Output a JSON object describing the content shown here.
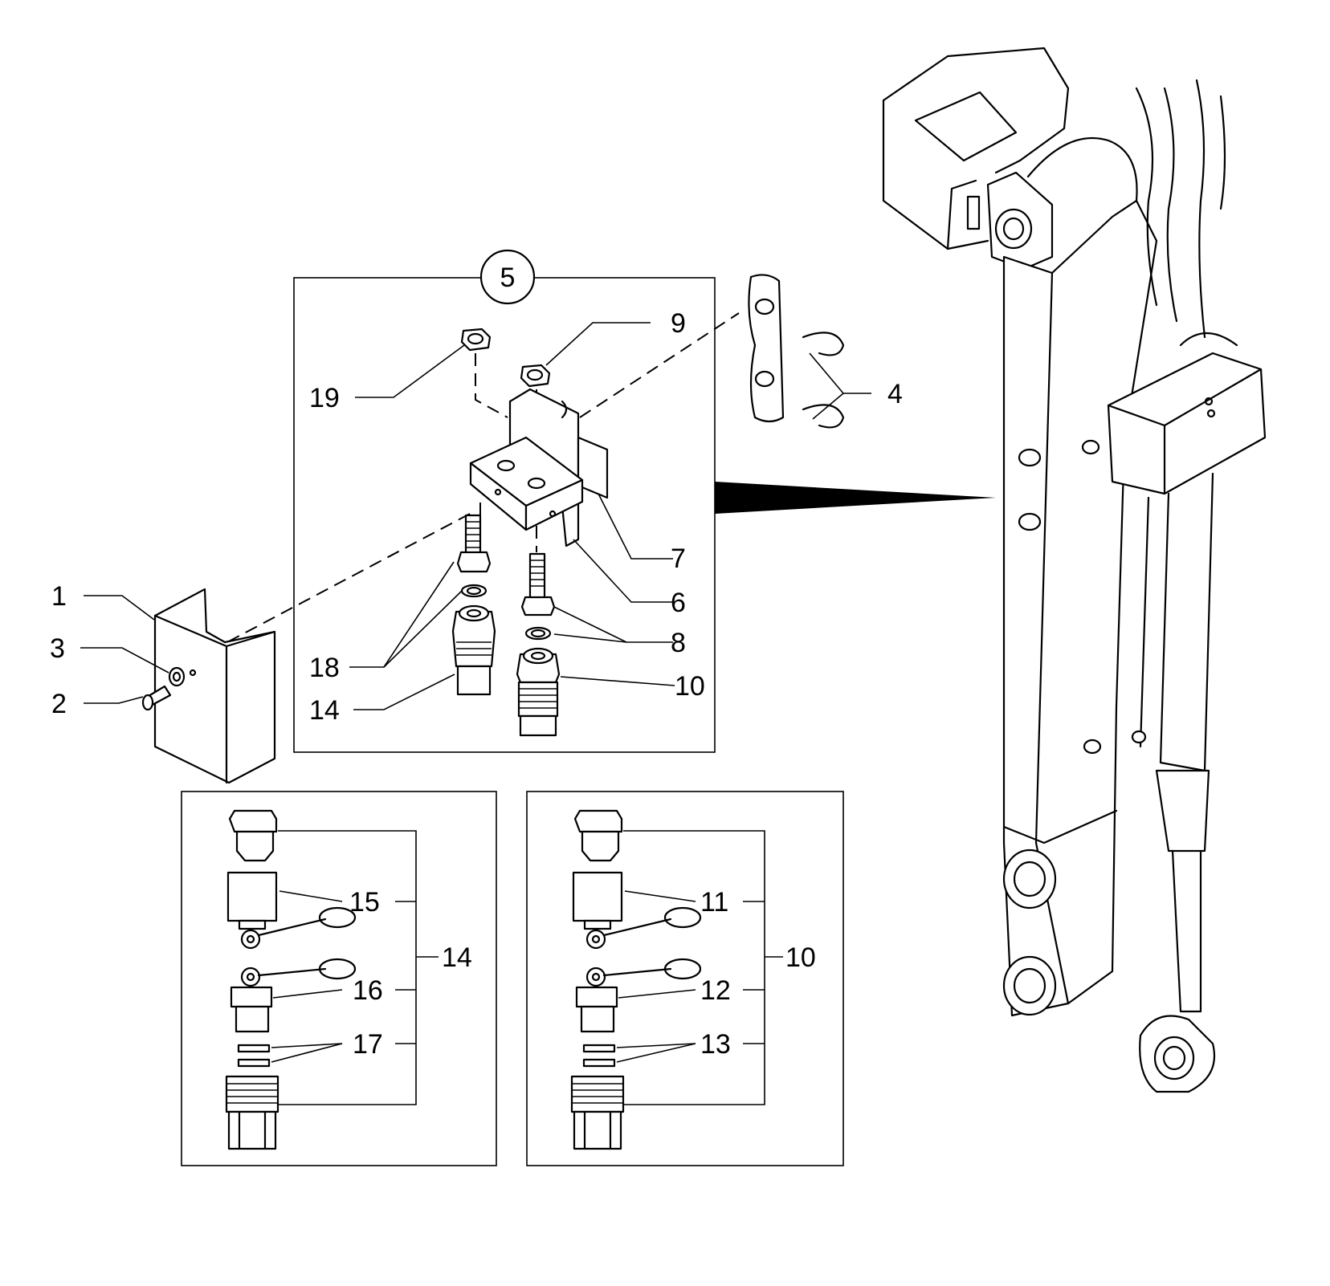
{
  "callouts": {
    "c1": "1",
    "c2": "2",
    "c3": "3",
    "c4": "4",
    "c5": "5",
    "c6": "6",
    "c7": "7",
    "c8": "8",
    "c9": "9",
    "c10": "10",
    "c14": "14",
    "c18": "18",
    "c19": "19"
  },
  "detail_14": {
    "c15": "15",
    "c16": "16",
    "c17": "17",
    "group": "14"
  },
  "detail_10": {
    "c11": "11",
    "c12": "12",
    "c13": "13",
    "group": "10"
  }
}
